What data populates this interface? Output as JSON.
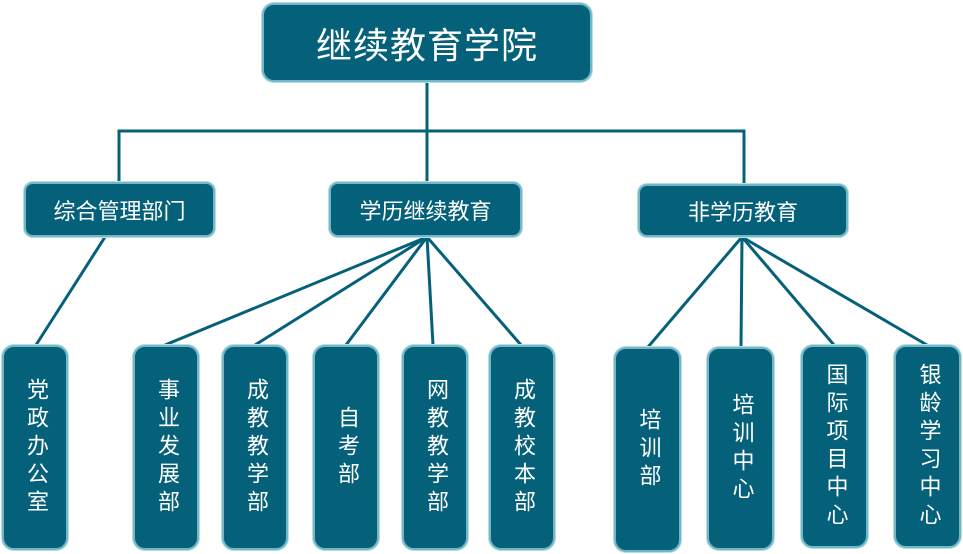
{
  "colors": {
    "node_fill": "#05617a",
    "node_border": "#6fb8c4",
    "connector": "#05617a",
    "text": "#ffffff"
  },
  "root": {
    "label": "继续教育学院"
  },
  "groups": [
    {
      "label": "综合管理部门",
      "children": [
        "党政办公室"
      ]
    },
    {
      "label": "学历继续教育",
      "children": [
        "事业发展部",
        "成教教学部",
        "自考部",
        "网教教学部",
        "成教校本部"
      ]
    },
    {
      "label": "非学历教育",
      "children": [
        "培训部",
        "培训中心",
        "国际项目中心",
        "银龄学习中心"
      ]
    }
  ]
}
